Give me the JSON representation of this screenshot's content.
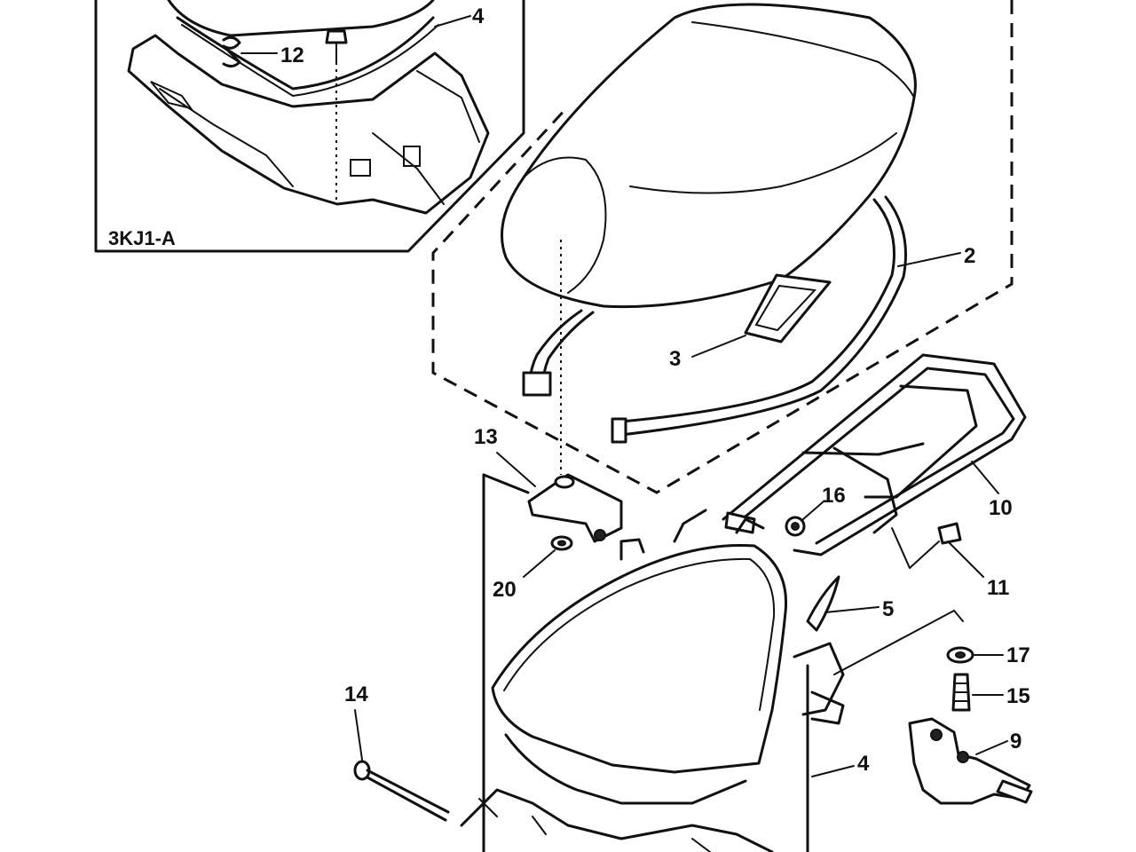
{
  "inset": {
    "label": "3KJ1-A",
    "callouts": [
      "4",
      "12"
    ]
  },
  "callouts": {
    "c2": "2",
    "c3": "3",
    "c4": "4",
    "c5": "5",
    "c9": "9",
    "c10": "10",
    "c11": "11",
    "c13": "13",
    "c14": "14",
    "c15": "15",
    "c16": "16",
    "c17": "17",
    "c20": "20"
  }
}
